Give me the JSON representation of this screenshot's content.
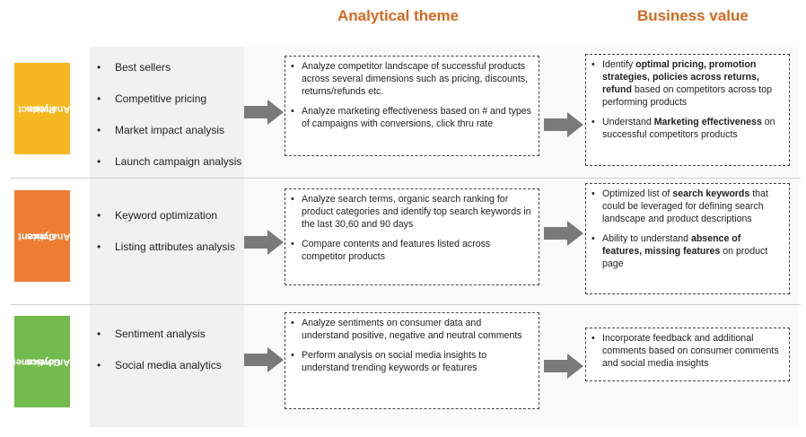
{
  "headers": {
    "theme": "Analytical theme",
    "value": "Business value"
  },
  "colors": {
    "header": "#d2691e",
    "product": "#f5b820",
    "content": "#ee7d33",
    "consumer": "#72bb4c",
    "arrow": "#7a7a7a"
  },
  "rows": [
    {
      "label_line1": "Product",
      "label_line2": "Analytics",
      "items": [
        "Best sellers",
        "Competitive pricing",
        "Market impact analysis",
        "Launch campaign analysis"
      ],
      "theme": [
        "Analyze competitor landscape of successful products across several dimensions such as pricing, discounts, returns/refunds etc.",
        "Analyze marketing effectiveness based on # and types of campaigns with conversions, click thru rate"
      ],
      "value": [
        {
          "pre": "Identify ",
          "bold": "optimal pricing, promotion strategies, policies across returns, refund",
          "post": " based on competitors across top performing products"
        },
        {
          "pre": "Understand ",
          "bold": "Marketing effectiveness",
          "post": " on successful competitors products"
        }
      ]
    },
    {
      "label_line1": "Content",
      "label_line2": "Analytics",
      "items": [
        "Keyword optimization",
        "Listing attributes analysis"
      ],
      "theme": [
        "Analyze search terms, organic search ranking for product categories and identify top search keywords in the last 30,60 and 90 days",
        "Compare contents and features listed across competitor products"
      ],
      "value": [
        {
          "pre": "Optimized list of ",
          "bold": "search keywords",
          "post": " that could be leveraged for defining search landscape and product descriptions"
        },
        {
          "pre": "Ability to understand ",
          "bold": "absence of features, missing features",
          "post": " on product page"
        }
      ]
    },
    {
      "label_line1": "Consumer",
      "label_line2": "Analytics",
      "items": [
        "Sentiment analysis",
        "Social media analytics"
      ],
      "theme": [
        "Analyze sentiments on consumer data and understand positive, negative and neutral comments",
        "Perform analysis on social media insights to understand trending keywords or features"
      ],
      "value": [
        {
          "pre": "Incorporate feedback and additional comments based on consumer comments and social media insights",
          "bold": "",
          "post": ""
        }
      ]
    }
  ]
}
